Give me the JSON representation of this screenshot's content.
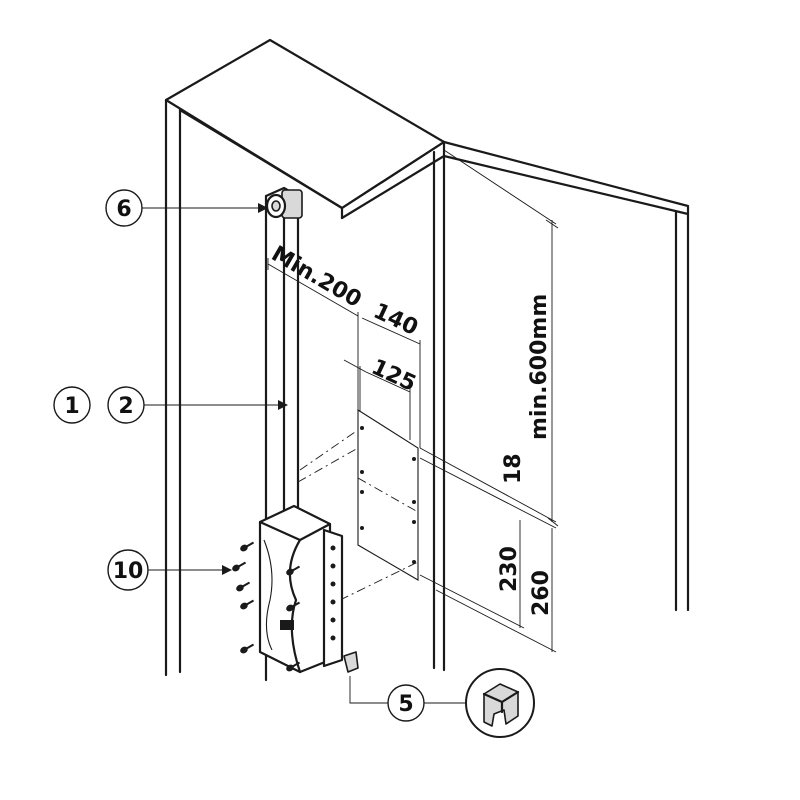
{
  "dimensions": {
    "min_width": "Min.200",
    "plate_width": "140",
    "hole_spacing": "125",
    "min_height": "min.600mm",
    "offset_top": "18",
    "lower_spacing": "230",
    "lower_total": "260"
  },
  "callouts": [
    {
      "label": "6"
    },
    {
      "label": "1"
    },
    {
      "label": "2"
    },
    {
      "label": "10"
    },
    {
      "label": "5"
    }
  ],
  "icons": {
    "clip_detail": "clip-detail-icon",
    "rod_knob": "rod-knob-icon",
    "screw": "screw-icon"
  }
}
